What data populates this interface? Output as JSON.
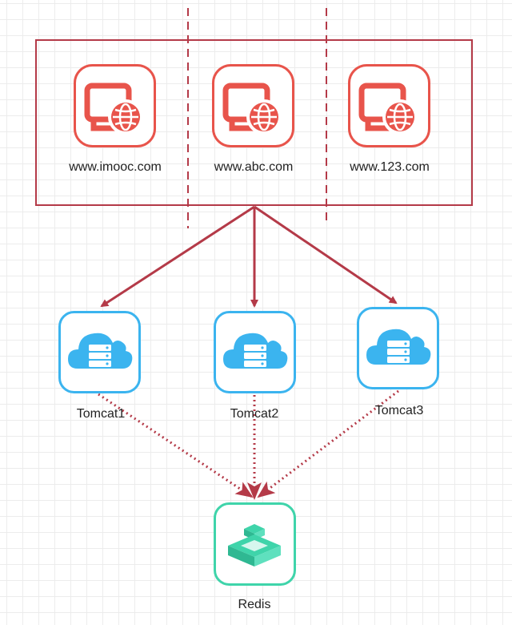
{
  "sites": [
    {
      "label": "www.imooc.com",
      "icon": "web-monitor-globe-icon"
    },
    {
      "label": "www.abc.com",
      "icon": "web-monitor-globe-icon"
    },
    {
      "label": "www.123.com",
      "icon": "web-monitor-globe-icon"
    }
  ],
  "servers": [
    {
      "label": "Tomcat1",
      "icon": "cloud-server-icon"
    },
    {
      "label": "Tomcat2",
      "icon": "cloud-server-icon"
    },
    {
      "label": "Tomcat3",
      "icon": "cloud-server-icon"
    }
  ],
  "cache": {
    "label": "Redis",
    "icon": "redis-stack-icon"
  },
  "colors": {
    "site": "#e8544b",
    "server": "#3bb4ef",
    "cache": "#3fd4aa",
    "arrow": "#b43a48",
    "grid": "#ececec"
  }
}
